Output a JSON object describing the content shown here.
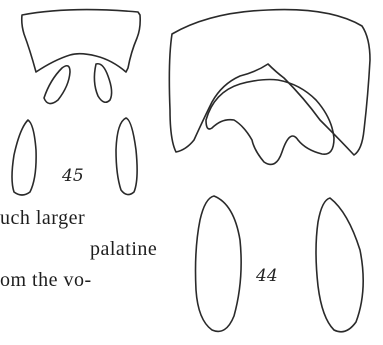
{
  "figures": {
    "fig45_label": "45",
    "fig44_label": "44"
  },
  "body_text": {
    "line1": "uch larger",
    "line2": "palatine",
    "line3": "om the vo-"
  }
}
